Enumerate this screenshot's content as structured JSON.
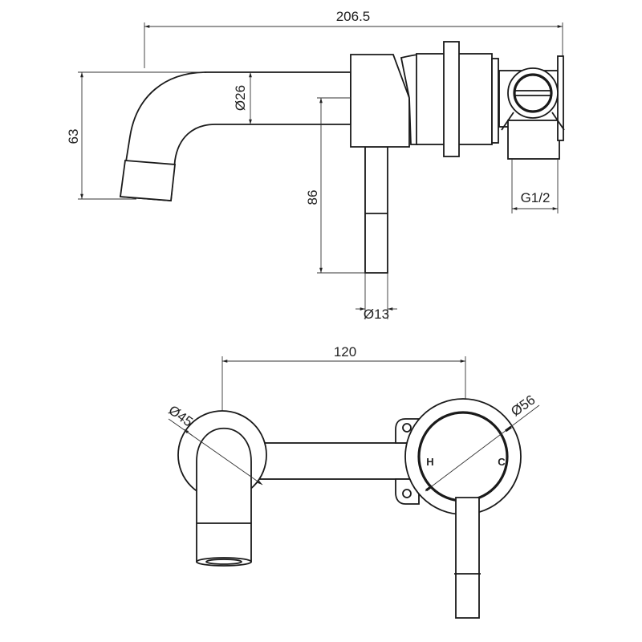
{
  "side_view": {
    "overall_length": "206.5",
    "spout_height": "63",
    "spout_diameter": "Ø26",
    "handle_drop": "86",
    "handle_diameter": "Ø13",
    "thread": "G1/2"
  },
  "front_view": {
    "centre_distance": "120",
    "spout_plate_diameter": "Ø45",
    "handle_plate_diameter": "Ø56",
    "hot_mark": "H",
    "cold_mark": "C"
  }
}
